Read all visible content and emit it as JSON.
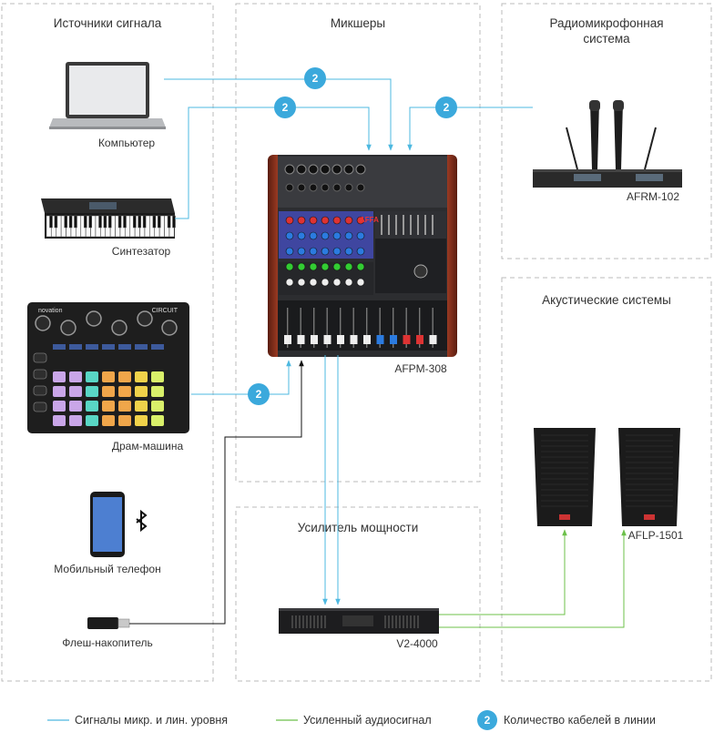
{
  "sections": {
    "sources": "Источники сигнала",
    "mixers": "Микшеры",
    "radio_line1": "Радиомикрофонная",
    "radio_line2": "система",
    "speakers": "Акустические системы",
    "amplifier": "Усилитель мощности"
  },
  "devices": {
    "computer": "Компьютер",
    "synth": "Синтезатор",
    "drum": "Драм-машина",
    "phone": "Мобильный телефон",
    "flash": "Флеш-накопитель",
    "mixer_model": "AFPM-308",
    "radio_model": "AFRM-102",
    "amp_model": "V2-4000",
    "speaker_model": "AFLP-1501"
  },
  "device_print": {
    "novation": "novation",
    "circuit": "CIRCUIT",
    "mixer_brand": "AFFA"
  },
  "badges": {
    "computer": "2",
    "synth": "2",
    "radio": "2",
    "drum": "2"
  },
  "legend": {
    "blue_text": "Сигналы микр. и лин. уровня",
    "green_text": "Усиленный аудиосигнал",
    "badge_value": "2",
    "badge_text": "Количество кабелей в линии"
  },
  "colors": {
    "signal": "#4db8e0",
    "amplified": "#6cc04a",
    "badge": "#3ba9dc",
    "usb_cable": "#111111",
    "border": "#bbbbbb"
  },
  "icons": [
    "laptop-icon",
    "synth-icon",
    "drum-machine-icon",
    "phone-icon",
    "bluetooth-icon",
    "usb-flash-icon",
    "mixer-icon",
    "wireless-receiver-icon",
    "amplifier-icon",
    "speaker-icon"
  ]
}
